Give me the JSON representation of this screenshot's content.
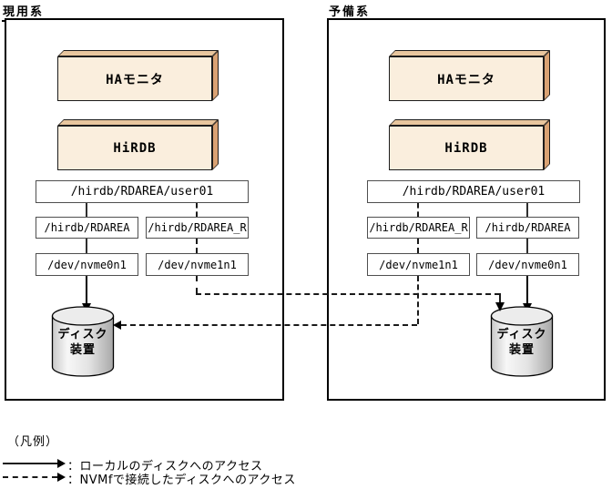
{
  "systems": [
    {
      "label": "現用系",
      "ha_label": "HAモニタ",
      "db_label": "HiRDB",
      "file_path": "/hirdb/RDAREA/user01",
      "col1_area": "/hirdb/RDAREA",
      "col2_area": "/hirdb/RDAREA_R",
      "col1_dev": "/dev/nvme0n1",
      "col2_dev": "/dev/nvme1n1",
      "disk_label": "ディスク\n装置"
    },
    {
      "label": "予備系",
      "ha_label": "HAモニタ",
      "db_label": "HiRDB",
      "file_path": "/hirdb/RDAREA/user01",
      "col1_area": "/hirdb/RDAREA_R",
      "col2_area": "/hirdb/RDAREA",
      "col1_dev": "/dev/nvme1n1",
      "col2_dev": "/dev/nvme0n1",
      "disk_label": "ディスク\n装置"
    }
  ],
  "legend": {
    "title": "（凡例）",
    "items": [
      {
        "style": "solid-arrow",
        "label": "：ローカルのディスクへのアクセス"
      },
      {
        "style": "dashed-arrow",
        "label": "：NVMfで接続したディスクへのアクセス"
      }
    ]
  },
  "colors": {
    "box_front": "#faeedd",
    "box_top": "#e8c69e",
    "box_side": "#d9a273",
    "line": "#1a1a1a",
    "panel_border": "#000000"
  }
}
